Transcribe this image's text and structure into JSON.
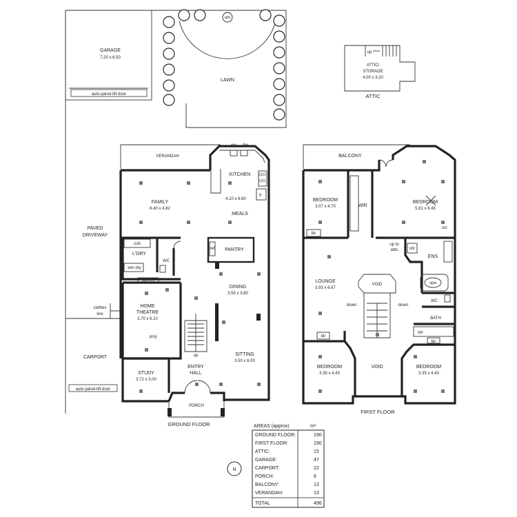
{
  "site": {
    "garage_label": "GARAGE",
    "garage_dims": "7.20 x 6.50",
    "garage_door": "auto-panel-lift-door",
    "lawn": "LAWN",
    "urn": "urn",
    "paved_driveway_1": "PAVED",
    "paved_driveway_2": "DRIVEWAY",
    "clothes_line_1": "clothes",
    "clothes_line_2": "line",
    "carport": "CARPORT",
    "carport_door": "auto-panel-lift-door"
  },
  "attic": {
    "label_1": "ATTIC/",
    "label_2": "STORAGE",
    "dims": "4.00 x 3.20",
    "caption": "ATTIC",
    "up": "up"
  },
  "ground_floor": {
    "caption": "GROUND FLOOR",
    "verandah": "VERANDAH",
    "kitchen": "KITCHEN",
    "kitchen_dims": "4.10 x 6.60",
    "wo": "wo",
    "dw": "dw",
    "fr": "fr",
    "family": "FAMILY",
    "family_dims": "6.40 x 4.82",
    "meals": "MEALS",
    "cub": "cub",
    "ldry": "L'DRY",
    "wc": "WC",
    "wm_dry": "wm dry",
    "screen": "screen",
    "pantry": "PANTRY",
    "ref": "ref",
    "dining": "DINING",
    "dining_dims": "3.50 x 3.80",
    "home_theatre_1": "HOME",
    "home_theatre_2": "THEATRE",
    "home_theatre_dims": "3.70 x 6.10",
    "proj": "proj",
    "up": "up",
    "sitting": "SITTING",
    "sitting_dims": "3.50 x 6.00",
    "study": "STUDY",
    "study_dims": "3.72 x 3.00",
    "entry_1": "ENTRY",
    "entry_2": "HALL",
    "porch": "PORCH"
  },
  "first_floor": {
    "caption": "FIRST FLOOR",
    "balcony": "BALCONY",
    "bedroom_a": "BEDROOM",
    "bedroom_a_dims": "3.07 x 4.70",
    "wir": "WIR",
    "bedroom_b": "BEDROOM",
    "bedroom_b_dims": "5.81 x 6.45",
    "oc": "o/c",
    "bir": "bir",
    "up_to_1": "up to",
    "up_to_2": "attic",
    "shr": "shr",
    "ens": "ENS",
    "lounge": "LOUNGE",
    "lounge_dims": "3.93 x 6.67",
    "void": "VOID",
    "down": "down",
    "spa": "spa",
    "wc": "WC",
    "bath": "BATH",
    "bedroom_c": "BEDROOM",
    "bedroom_c_dims": "3.35 x 4.43",
    "bedroom_d": "BEDROOM",
    "bedroom_d_dims": "3.35 x 4.43"
  },
  "compass": "N",
  "areas": {
    "title": "AREAS (approx)",
    "unit": "m²",
    "rows": [
      {
        "label": "GROUND FLOOR:",
        "value": "190"
      },
      {
        "label": "FIRST FLOOR:",
        "value": "190"
      },
      {
        "label": "ATTIC:",
        "value": "15"
      },
      {
        "label": "GARAGE:",
        "value": "47"
      },
      {
        "label": "CARPORT:",
        "value": "22"
      },
      {
        "label": "PORCH:",
        "value": "6"
      },
      {
        "label": "BALCONY:",
        "value": "13"
      },
      {
        "label": "VERANDAH:",
        "value": "13"
      }
    ],
    "total_label": "TOTAL",
    "total_value": "496"
  }
}
